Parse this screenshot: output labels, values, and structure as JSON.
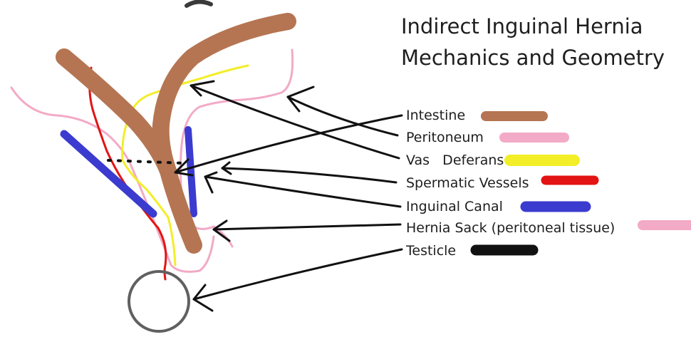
{
  "title": {
    "line1": "Indirect Inguinal Hernia",
    "line2": "Mechanics and Geometry"
  },
  "legend": [
    {
      "id": "intestine",
      "label": "Intestine",
      "color": "#b57552"
    },
    {
      "id": "peritoneum",
      "label": "Peritoneum",
      "color": "#f2aac6"
    },
    {
      "id": "vas-deferens",
      "label": "Vas   Deferans",
      "color": "#f2ee28"
    },
    {
      "id": "spermatic-vessels",
      "label": "Spermatic Vessels",
      "color": "#e31414"
    },
    {
      "id": "inguinal-canal",
      "label": "Inguinal Canal",
      "color": "#3b3bcf"
    },
    {
      "id": "hernia-sack",
      "label": "Hernia Sack (peritoneal tissue)",
      "color": "#f2aac6"
    },
    {
      "id": "testicle",
      "label": "Testicle",
      "color": "#111111"
    }
  ],
  "colors": {
    "ink": "#111111",
    "testicle_outline": "#606060"
  }
}
